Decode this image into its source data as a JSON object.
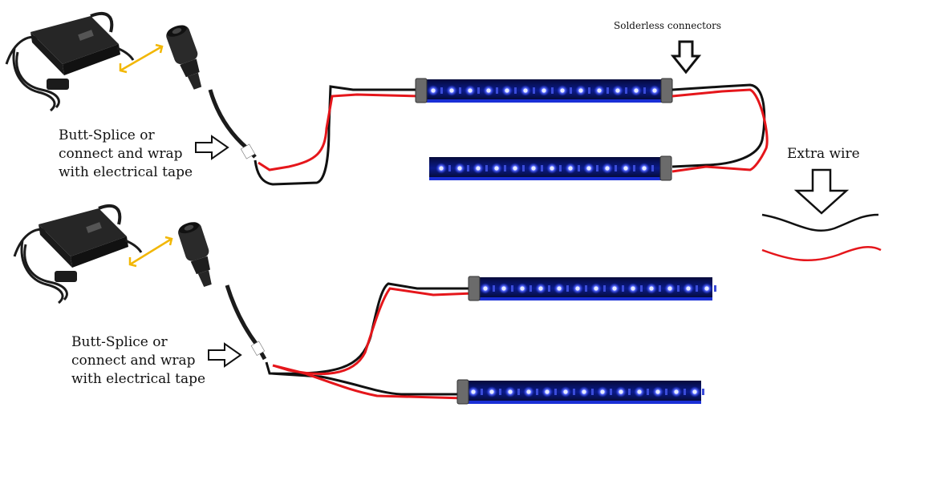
{
  "labels": {
    "splice_top": [
      "Butt-Splice or",
      "connect and wrap",
      "with electrical tape"
    ],
    "splice_bottom": [
      "Butt-Splice or",
      "connect and wrap",
      "with electrical tape"
    ],
    "solderless_connectors": "Solderless connectors",
    "extra_wire": "Extra wire"
  },
  "colors": {
    "wire_red": "#e5161b",
    "wire_black": "#111111",
    "strip_blue": "#1a2fd6",
    "led_glow": "#5b6cff",
    "yellow_arrow": "#f2b705",
    "adapter_black": "#1b1b1b"
  },
  "icons": [
    "power-adapter-icon",
    "dc-barrel-jack-icon",
    "double-headed-arrow-icon",
    "hollow-right-arrow-icon",
    "hollow-down-arrow-icon",
    "led-strip-icon",
    "solderless-connector-icon"
  ]
}
